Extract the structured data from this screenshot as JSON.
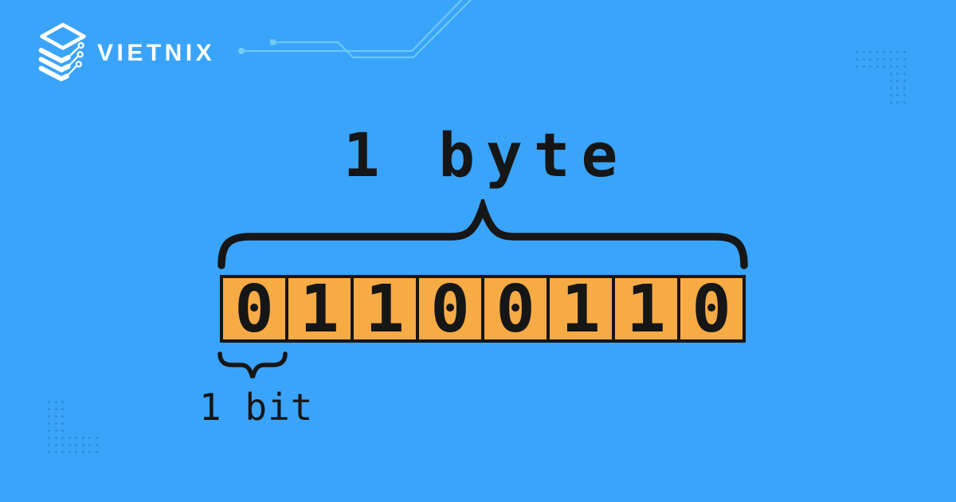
{
  "brand": {
    "name": "VIETNIX"
  },
  "diagram": {
    "byte_label": "1 byte",
    "bit_label": "1 bit",
    "bits": [
      "0",
      "1",
      "1",
      "0",
      "0",
      "1",
      "1",
      "0"
    ]
  },
  "icons": {
    "logo_icon": "stacked-server-layers-icon"
  },
  "colors": {
    "background": "#3aa4fa",
    "cell_fill": "#f7ab45",
    "ink": "#161616",
    "circuit": "#72ccf6",
    "dot_grid": "#1f6fc4",
    "logo": "#ffffff"
  }
}
